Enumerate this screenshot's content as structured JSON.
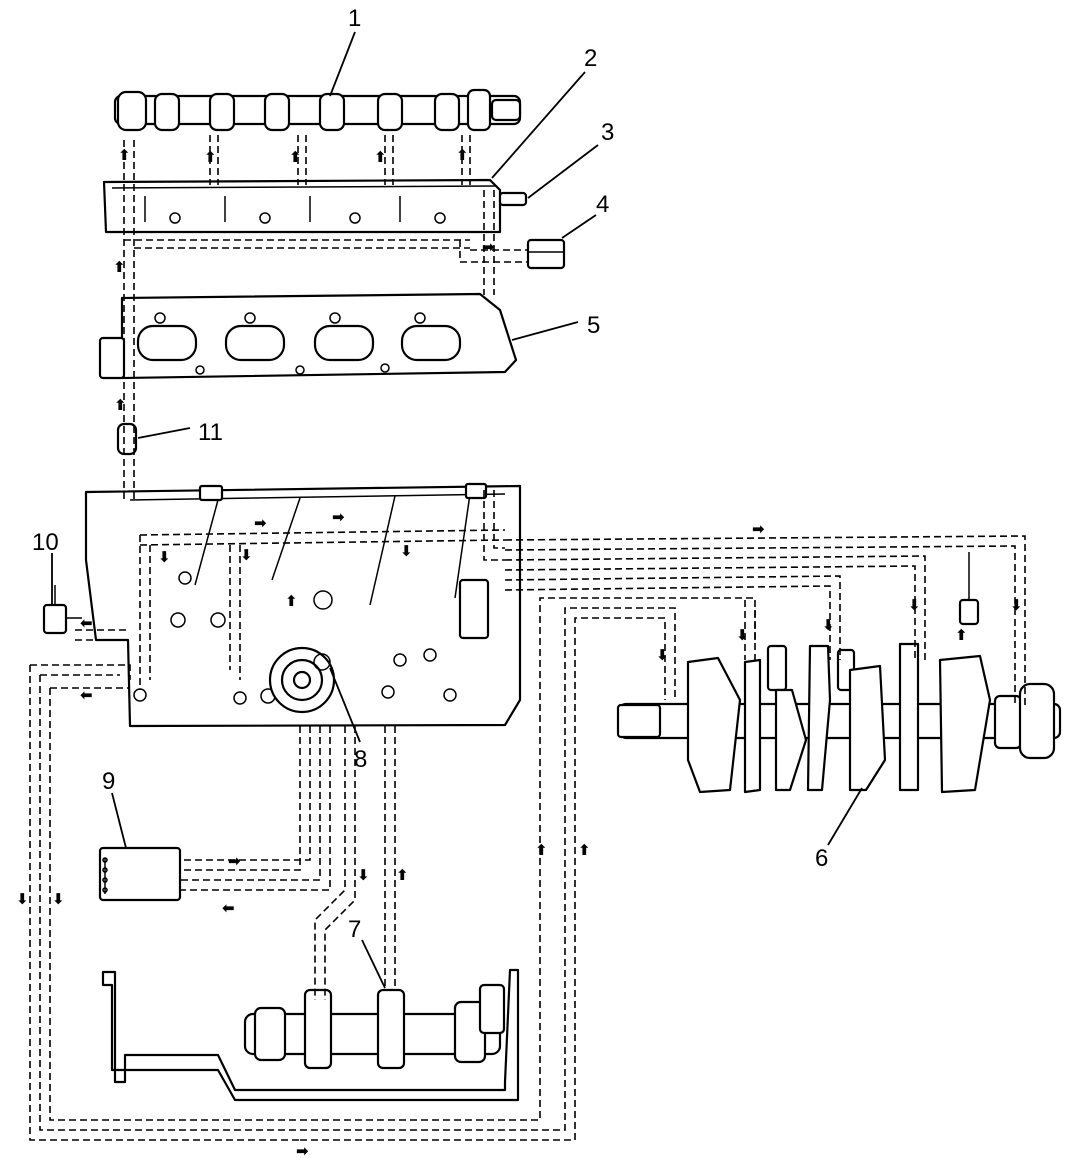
{
  "callouts": {
    "c1": "1",
    "c2": "2",
    "c3": "3",
    "c4": "4",
    "c5": "5",
    "c6": "6",
    "c7": "7",
    "c8": "8",
    "c9": "9",
    "c10": "10",
    "c11": "11"
  },
  "flow_arrows": {
    "up": "⬆",
    "down": "⬇",
    "right": "➡",
    "left": "⬅"
  },
  "colors": {
    "line": "#000000",
    "background": "#ffffff"
  }
}
